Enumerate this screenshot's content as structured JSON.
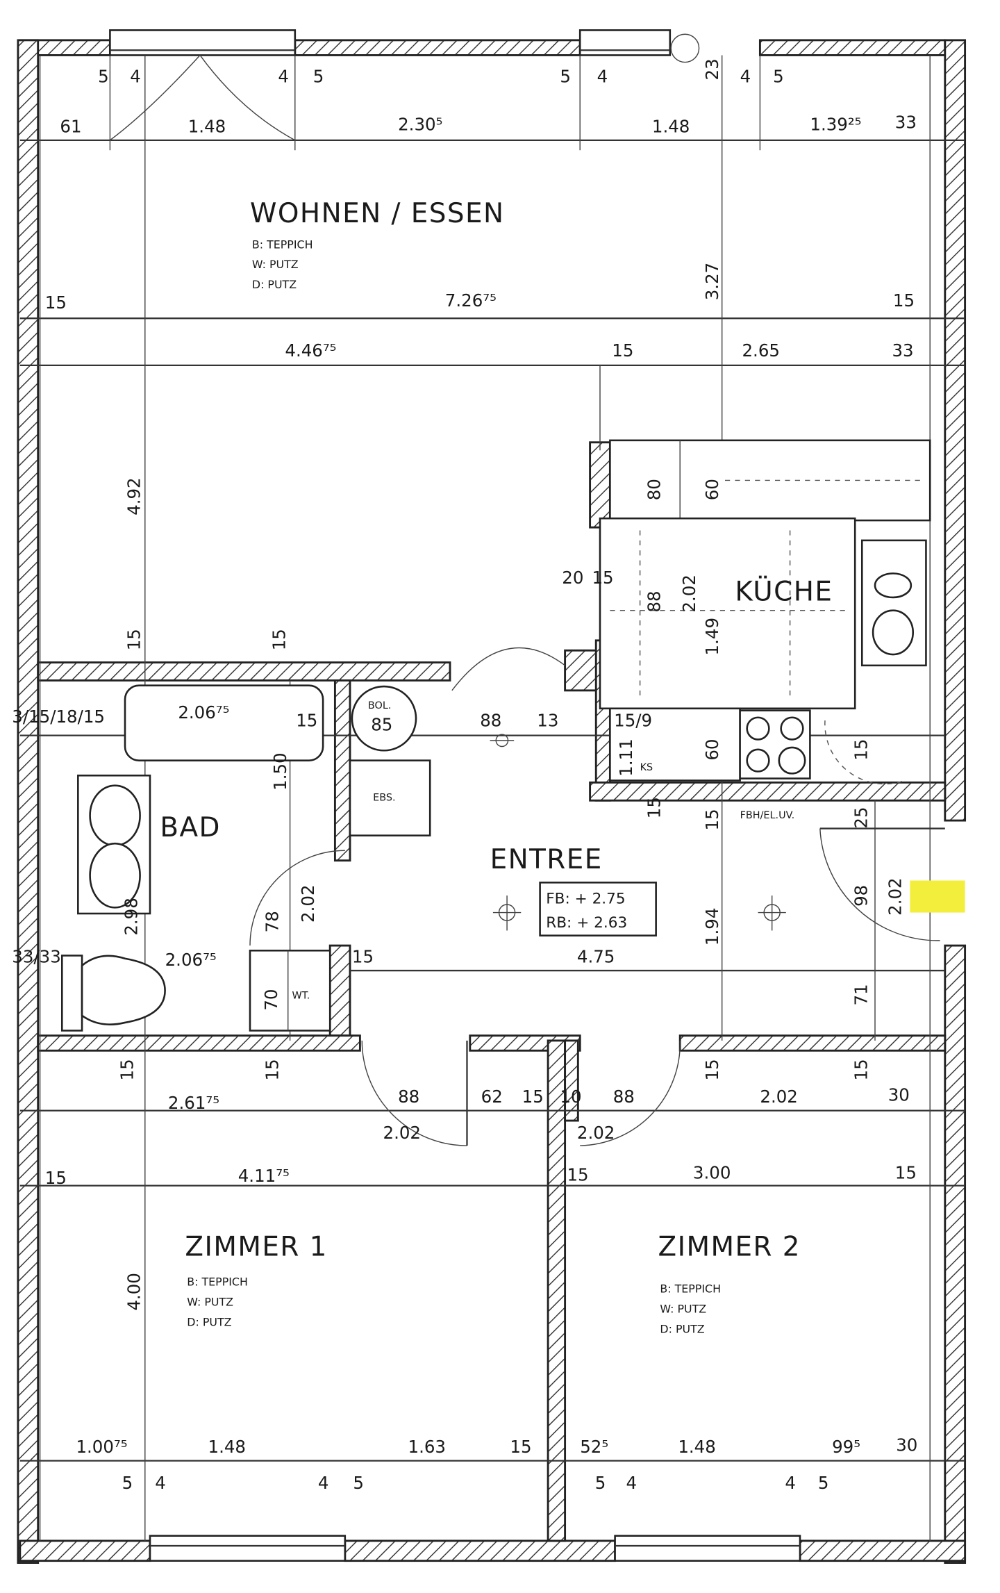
{
  "rooms": {
    "wohnen": {
      "name": "WOHNEN / ESSEN",
      "floor": "B: TEPPICH",
      "wall": "W: PUTZ",
      "ceiling": "D: PUTZ"
    },
    "kueche": {
      "name": "KÜCHE"
    },
    "bad": {
      "name": "BAD"
    },
    "entree": {
      "name": "ENTREE",
      "fb": "FB: + 2.75",
      "rb": "RB: + 2.63"
    },
    "zimmer1": {
      "name": "ZIMMER 1",
      "floor": "B: TEPPICH",
      "wall": "W: PUTZ",
      "ceiling": "D: PUTZ"
    },
    "zimmer2": {
      "name": "ZIMMER 2",
      "floor": "B: TEPPICH",
      "wall": "W: PUTZ",
      "ceiling": "D: PUTZ"
    }
  },
  "fixtures": {
    "boiler": "BOL.",
    "ks": "KS",
    "ebs": "EBS.",
    "wt": "WT.",
    "fbh": "FBH/EL.UV."
  },
  "colors": {
    "highlight": "#f3ee3c",
    "lines": "#222222"
  },
  "dimensions": [
    "5",
    "4",
    "4",
    "5",
    "5",
    "4",
    "23",
    "4",
    "5",
    "61",
    "1.48",
    "2.30⁵",
    "1.48",
    "1.39²⁵",
    "33",
    "15",
    "7.26⁷⁵",
    "3.27",
    "15",
    "4.46⁷⁵",
    "15",
    "2.65",
    "33",
    "4.92",
    "80",
    "60",
    "20",
    "15",
    "88",
    "2.02",
    "1.49",
    "15",
    "15",
    "3/15/18/15",
    "2.06⁷⁵",
    "15",
    "85",
    "88",
    "13",
    "15/9",
    "1.11",
    "60",
    "15",
    "1.50",
    "15",
    "15",
    "25",
    "78",
    "2.02",
    "2.98",
    "1.94",
    "98",
    "2.02",
    "33/33",
    "2.06⁷⁵",
    "15",
    "4.75",
    "70",
    "71",
    "15",
    "15",
    "15",
    "15",
    "2.61⁷⁵",
    "88",
    "62",
    "15",
    "10",
    "88",
    "2.02",
    "30",
    "2.02",
    "2.02",
    "15",
    "4.11⁷⁵",
    "15",
    "3.00",
    "15",
    "4.00",
    "1.00⁷⁵",
    "1.48",
    "1.63",
    "15",
    "52⁵",
    "1.48",
    "99⁵",
    "30",
    "5",
    "4",
    "4",
    "5",
    "5",
    "4",
    "4",
    "5"
  ]
}
